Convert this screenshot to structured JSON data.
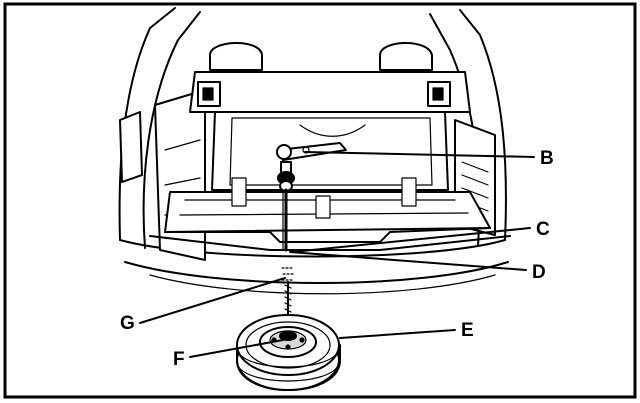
{
  "callouts": {
    "b": "B",
    "c": "C",
    "d": "D",
    "e": "E",
    "f": "F",
    "g": "G"
  },
  "colors": {
    "line": "#000000",
    "background": "#ffffff",
    "shade": "#d9d9d9"
  }
}
